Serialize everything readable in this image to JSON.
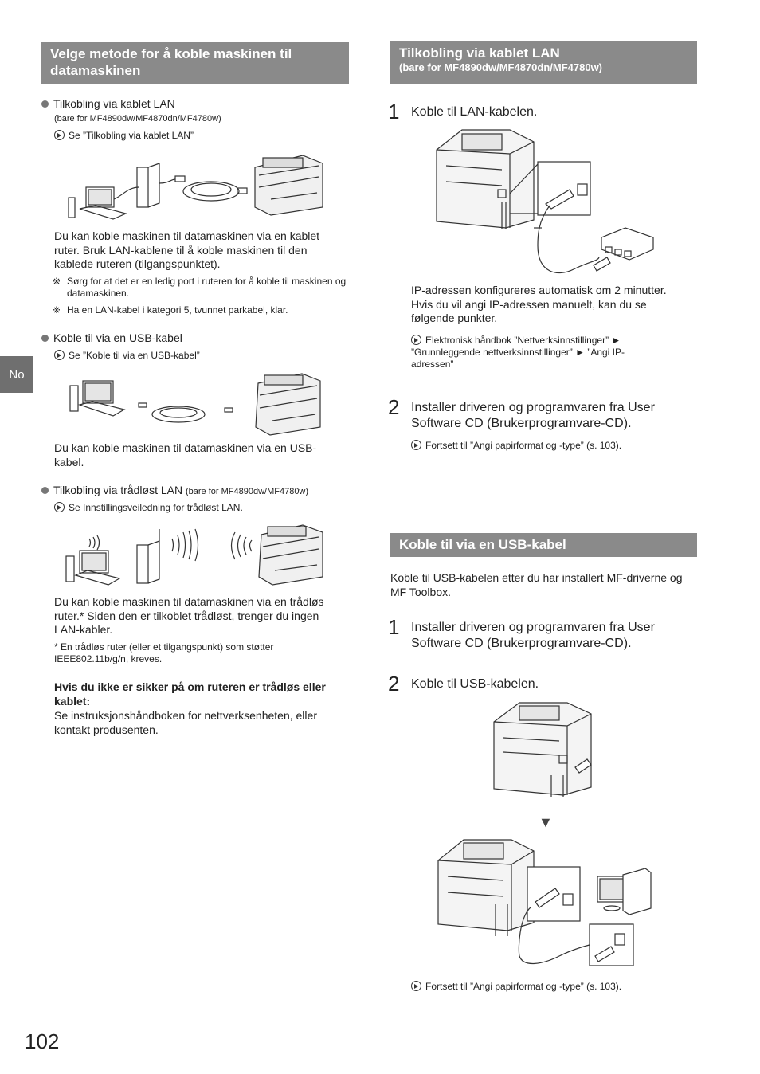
{
  "left": {
    "header": "Velge metode for å koble maskinen til datamaskinen",
    "lan": {
      "title": "Tilkobling via kablet LAN",
      "models": "(bare for MF4890dw/MF4870dn/MF4780w)",
      "ref": "Se ”Tilkobling via kablet LAN”",
      "desc": "Du kan koble maskinen til datamaskinen via en kablet ruter. Bruk LAN-kablene til å koble maskinen til den kablede ruteren (tilgangspunktet).",
      "note1": "Sørg for at det er en ledig port i ruteren for å koble til maskinen og datamaskinen.",
      "note2": "Ha en LAN-kabel i kategori 5, tvunnet parkabel, klar.",
      "note_mark": "※"
    },
    "usb": {
      "title": "Koble til via en USB-kabel",
      "ref": "Se ”Koble til via en USB-kabel”",
      "desc": "Du kan koble maskinen til datamaskinen via en USB-kabel."
    },
    "wifi": {
      "title": "Tilkobling via trådløst LAN",
      "models": "(bare for MF4890dw/MF4780w)",
      "ref": "Se Innstillingsveiledning for trådløst LAN.",
      "desc": "Du kan koble maskinen til datamaskinen via en trådløs ruter.* Siden den er tilkoblet trådløst, trenger du ingen LAN-kabler.",
      "footnote": "* En trådløs ruter (eller et tilgangspunkt) som støtter IEEE802.11b/g/n, kreves.",
      "bold_q": "Hvis du ikke er sikker på om ruteren er trådløs eller kablet:",
      "answer": "Se instruksjonshåndboken for nettverksenheten, eller kontakt produsenten."
    }
  },
  "side_tab": "No",
  "page_number": "102",
  "right": {
    "lan_section": {
      "header": "Tilkobling via kablet LAN",
      "subheader": "(bare for MF4890dw/MF4870dn/MF4780w)",
      "step1_num": "1",
      "step1": "Koble til LAN-kabelen.",
      "ip_text": "IP-adressen konfigureres automatisk om 2 minutter. Hvis du vil angi IP-adressen manuelt, kan du se følgende punkter.",
      "ip_ref": "Elektronisk håndbok ”Nettverksinnstillinger” ► ”Grunnleggende nettverksinnstillinger” ► ”Angi IP-adressen”",
      "step2_num": "2",
      "step2": "Installer driveren og programvaren fra User Software CD (Brukerprogramvare-CD).",
      "step2_ref": "Fortsett til ”Angi papirformat og -type” (s. 103)."
    },
    "usb_section": {
      "header": "Koble til via en USB-kabel",
      "intro": "Koble til USB-kabelen etter du har installert MF-driverne og MF Toolbox.",
      "step1_num": "1",
      "step1": "Installer driveren og programvaren fra User Software CD (Brukerprogramvare-CD).",
      "step2_num": "2",
      "step2": "Koble til USB-kabelen.",
      "arrow": "▼",
      "ref": "Fortsett til ”Angi papirformat og -type” (s. 103)."
    }
  },
  "colors": {
    "header_bg": "#8a8a8a",
    "tab_bg": "#6f6f6f"
  }
}
